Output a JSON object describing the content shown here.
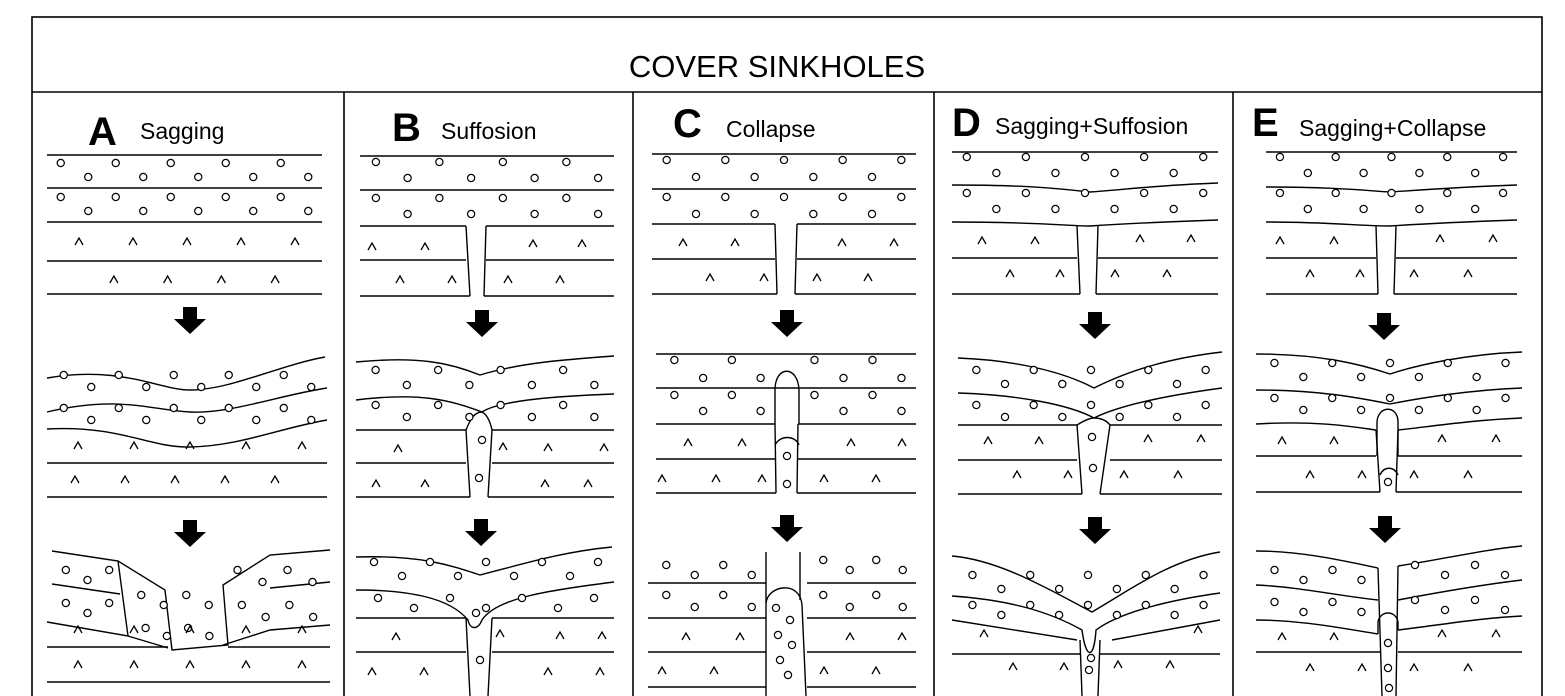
{
  "title": "COVER SINKHOLES",
  "panels": [
    {
      "letter": "A",
      "label": "Sagging"
    },
    {
      "letter": "B",
      "label": "Suffosion"
    },
    {
      "letter": "C",
      "label": "Collapse"
    },
    {
      "letter": "D",
      "label": "Sagging+Suffosion"
    },
    {
      "letter": "E",
      "label": "Sagging+Collapse"
    }
  ],
  "icons": {
    "stage_arrow": "arrow-down-icon",
    "sediment": "pebble-circle",
    "rock": "caret-mark"
  }
}
